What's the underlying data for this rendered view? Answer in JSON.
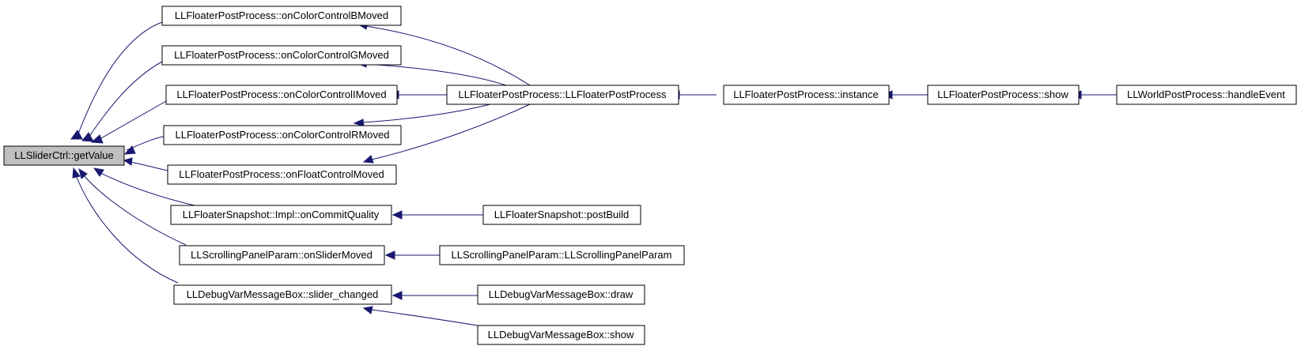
{
  "graph": {
    "colors": {
      "edge": "#191970",
      "root_fill": "#bfbfbf",
      "node_fill": "#ffffff",
      "border": "#000000"
    },
    "nodes": {
      "getValue": "LLSliderCtrl::getValue",
      "onB": "LLFloaterPostProcess::onColorControlBMoved",
      "onG": "LLFloaterPostProcess::onColorControlGMoved",
      "onI": "LLFloaterPostProcess::onColorControlIMoved",
      "onR": "LLFloaterPostProcess::onColorControlRMoved",
      "onFloat": "LLFloaterPostProcess::onFloatControlMoved",
      "fppCtor": "LLFloaterPostProcess::LLFloaterPostProcess",
      "fppInstance": "LLFloaterPostProcess::instance",
      "fppShow": "LLFloaterPostProcess::show",
      "wppHandle": "LLWorldPostProcess::handleEvent",
      "snapCommit": "LLFloaterSnapshot::Impl::onCommitQuality",
      "snapPost": "LLFloaterSnapshot::postBuild",
      "scrollSlider": "LLScrollingPanelParam::onSliderMoved",
      "scrollCtor": "LLScrollingPanelParam::LLScrollingPanelParam",
      "dbgSlider": "LLDebugVarMessageBox::slider_changed",
      "dbgDraw": "LLDebugVarMessageBox::draw",
      "dbgShow": "LLDebugVarMessageBox::show"
    },
    "edges": [
      {
        "from": "onB",
        "to": "getValue"
      },
      {
        "from": "onG",
        "to": "getValue"
      },
      {
        "from": "onI",
        "to": "getValue"
      },
      {
        "from": "onR",
        "to": "getValue"
      },
      {
        "from": "onFloat",
        "to": "getValue"
      },
      {
        "from": "snapCommit",
        "to": "getValue"
      },
      {
        "from": "scrollSlider",
        "to": "getValue"
      },
      {
        "from": "dbgSlider",
        "to": "getValue"
      },
      {
        "from": "fppCtor",
        "to": "onB"
      },
      {
        "from": "fppCtor",
        "to": "onG"
      },
      {
        "from": "fppCtor",
        "to": "onI"
      },
      {
        "from": "fppCtor",
        "to": "onR"
      },
      {
        "from": "fppCtor",
        "to": "onFloat"
      },
      {
        "from": "fppInstance",
        "to": "fppCtor"
      },
      {
        "from": "fppShow",
        "to": "fppInstance"
      },
      {
        "from": "wppHandle",
        "to": "fppShow"
      },
      {
        "from": "snapPost",
        "to": "snapCommit"
      },
      {
        "from": "scrollCtor",
        "to": "scrollSlider"
      },
      {
        "from": "dbgDraw",
        "to": "dbgSlider"
      },
      {
        "from": "dbgShow",
        "to": "dbgSlider"
      }
    ]
  }
}
